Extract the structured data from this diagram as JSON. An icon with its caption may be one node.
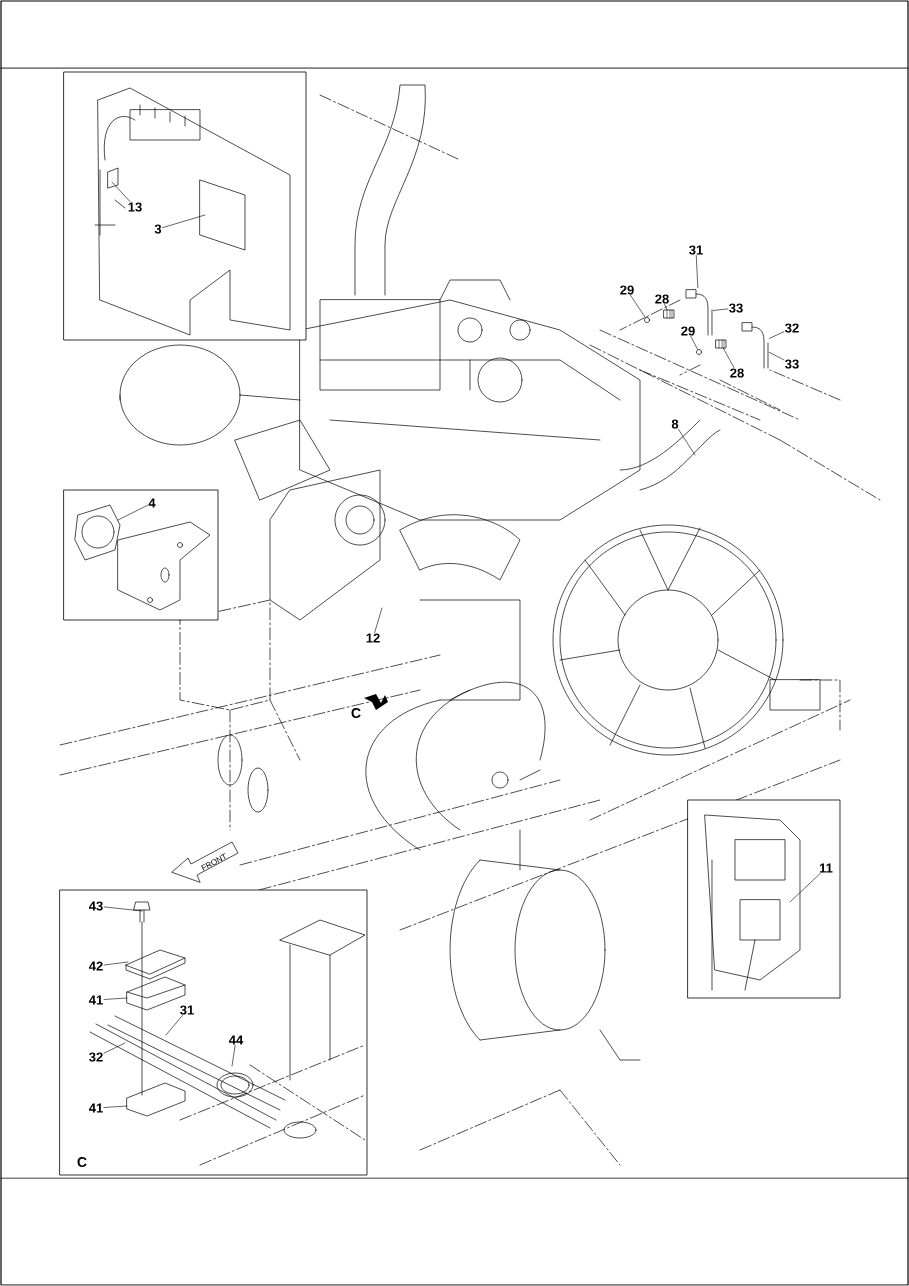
{
  "diagram": {
    "nodes": [
      {
        "text": [],
        "shape": "box"
      },
      {
        "text": [
          "13"
        ],
        "in": 0
      },
      {
        "text": [
          "3"
        ],
        "in": 0
      },
      {
        "text": [
          "31"
        ]
      },
      {
        "text": [
          "28"
        ]
      },
      {
        "text": [
          "29"
        ]
      },
      {
        "text": [
          "33"
        ]
      },
      {
        "text": [
          "32"
        ]
      },
      {
        "text": [
          "29"
        ]
      },
      {
        "text": [
          "28"
        ]
      },
      {
        "text": [
          "33"
        ]
      },
      {
        "text": [
          "8"
        ]
      },
      {
        "text": [],
        "shape": "box"
      },
      {
        "text": [
          "4"
        ],
        "in": 12
      },
      {
        "text": [
          "12"
        ]
      },
      {
        "text": [],
        "shape": "box"
      },
      {
        "text": [
          "11"
        ],
        "in": 15
      },
      {
        "text": [],
        "shape": "box"
      },
      {
        "text": [
          "43"
        ],
        "in": 17
      },
      {
        "text": [
          "42"
        ],
        "in": 17
      },
      {
        "text": [
          "41"
        ],
        "in": 17
      },
      {
        "text": [
          "31"
        ],
        "in": 17
      },
      {
        "text": [
          "44"
        ],
        "in": 17
      },
      {
        "text": [
          "32"
        ],
        "in": 17
      },
      {
        "text": [
          "41"
        ],
        "in": 17
      },
      {
        "text": [],
        "shape": "circle"
      },
      {
        "text": [],
        "shape": "picture"
      },
      {
        "text": [],
        "shape": "picture"
      },
      {
        "text": [],
        "shape": "circle"
      },
      {
        "text": [],
        "shape": "picture"
      },
      {
        "text": [],
        "shape": "picture"
      }
    ],
    "edges": [
      {
        "from": 1,
        "to": null,
        "arrow": "none"
      },
      {
        "from": 2,
        "to": null,
        "arrow": "none"
      },
      {
        "from": 3,
        "to": 27,
        "arrow": "none"
      },
      {
        "from": 4,
        "to": 26,
        "arrow": "none"
      },
      {
        "from": 5,
        "to": 25,
        "arrow": "none"
      },
      {
        "from": 6,
        "to": 27,
        "arrow": "none"
      },
      {
        "from": 7,
        "to": 30,
        "arrow": "none"
      },
      {
        "from": 8,
        "to": 28,
        "arrow": "none"
      },
      {
        "from": 9,
        "to": 29,
        "arrow": "none"
      },
      {
        "from": 10,
        "to": 30,
        "arrow": "none"
      },
      {
        "from": 11,
        "to": null,
        "arrow": "none"
      },
      {
        "from": 13,
        "to": null,
        "arrow": "none"
      },
      {
        "from": 14,
        "to": null,
        "arrow": "none"
      },
      {
        "from": 16,
        "to": null,
        "arrow": "none"
      },
      {
        "from": 18,
        "to": null,
        "arrow": "none"
      },
      {
        "from": 19,
        "to": null,
        "arrow": "none"
      },
      {
        "from": 20,
        "to": null,
        "arrow": "none"
      },
      {
        "from": 21,
        "to": null,
        "arrow": "none"
      },
      {
        "from": 22,
        "to": null,
        "arrow": "none"
      },
      {
        "from": 23,
        "to": null,
        "arrow": "none"
      },
      {
        "from": 24,
        "to": null,
        "arrow": "none"
      }
    ],
    "labels": [
      "C",
      "FRONT",
      "C"
    ]
  }
}
